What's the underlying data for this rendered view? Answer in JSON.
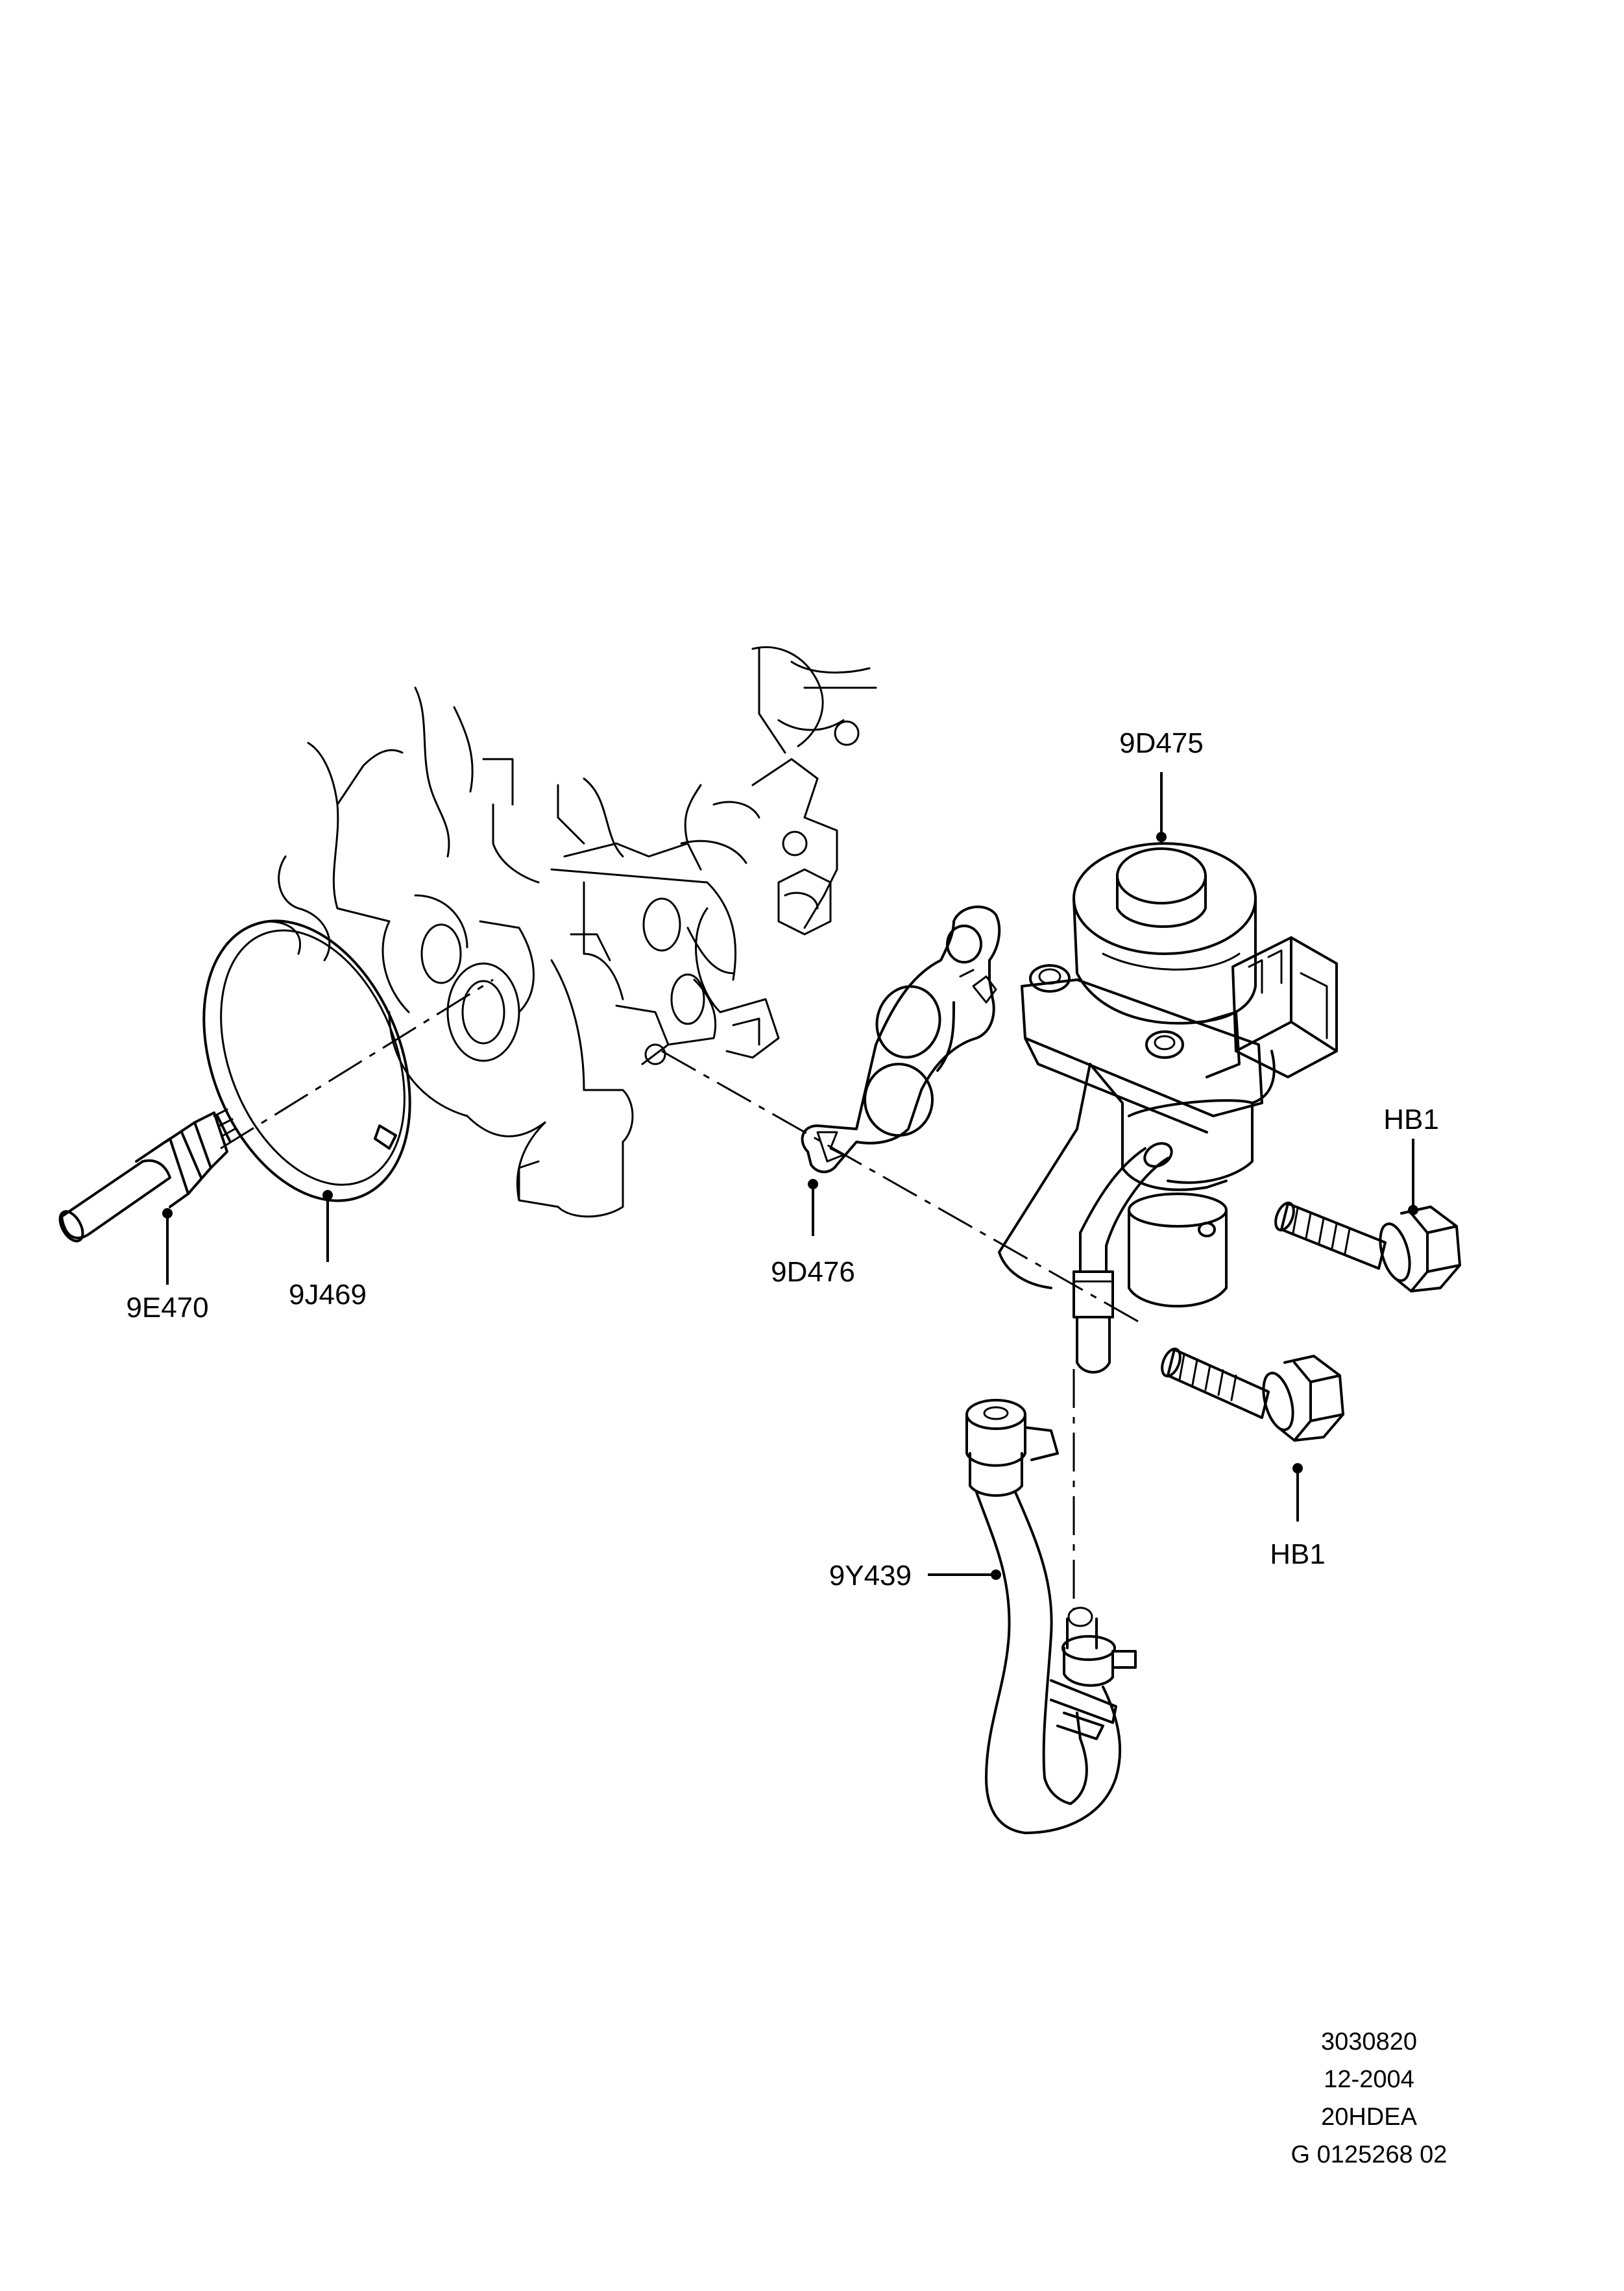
{
  "labels": {
    "sensor": "9E470",
    "seal_ring": "9J469",
    "gasket": "9D476",
    "egr_valve": "9D475",
    "bolt_upper": "HB1",
    "bolt_lower": "HB1",
    "hose": "9Y439"
  },
  "footer": {
    "line1": "3030820",
    "line2": "12-2004",
    "line3": "20HDEA",
    "line4": "G 0125268 02"
  }
}
